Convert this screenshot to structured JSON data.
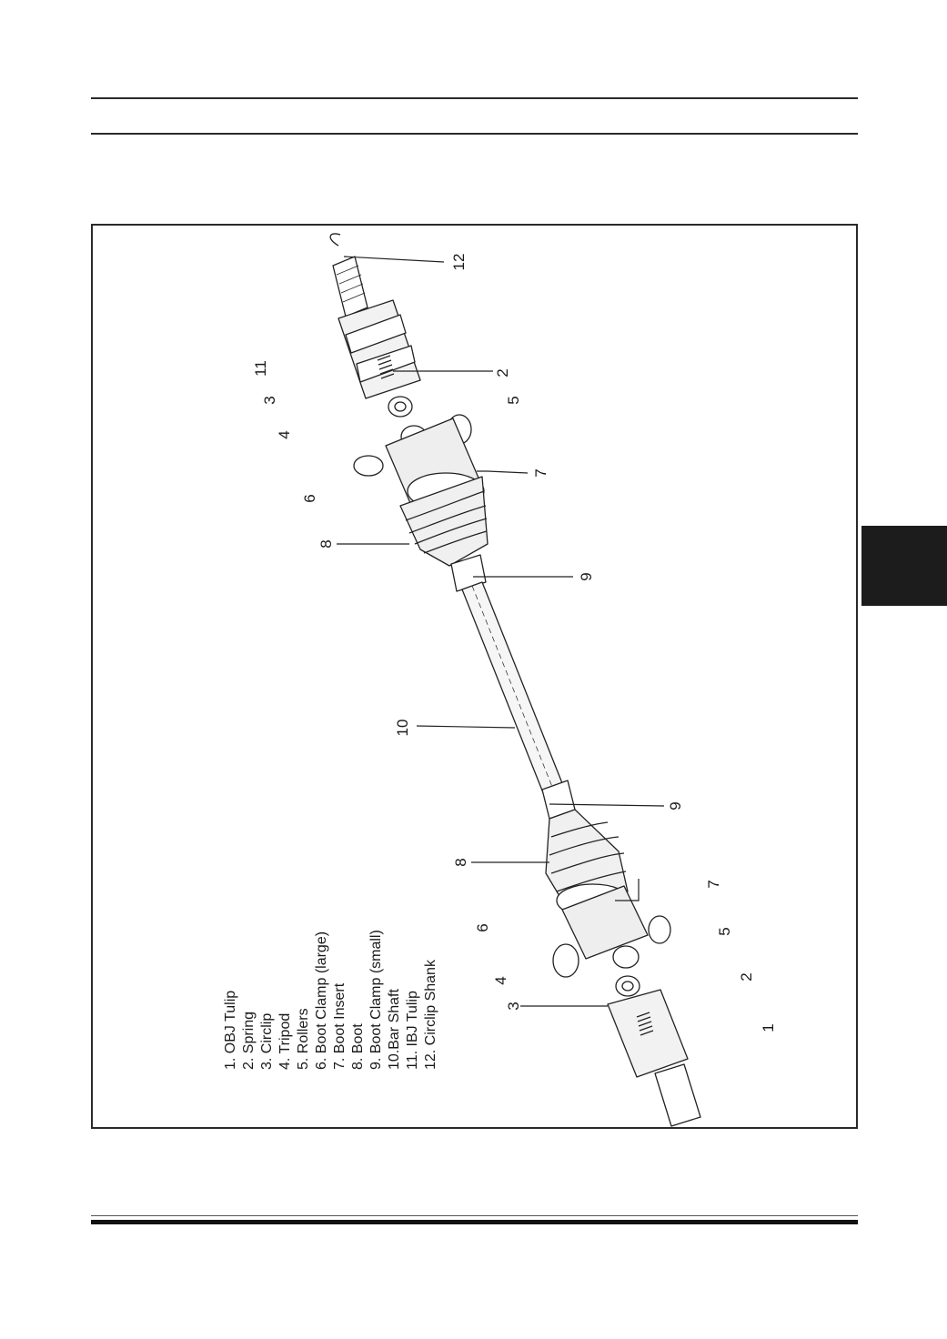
{
  "legend": [
    "1. OBJ Tulip",
    "2. Spring",
    "3. Circlip",
    "4. Tripod",
    "5. Rollers",
    "6. Boot Clamp (large)",
    "7. Boot Insert",
    "8. Boot",
    "9. Boot Clamp (small)",
    "10.Bar Shaft",
    "11. IBJ Tulip",
    "12. Circlip Shank"
  ],
  "callouts": {
    "n12": "12",
    "n11": "11",
    "n2a": "2",
    "n3a": "3",
    "n5a": "5",
    "n4a": "4",
    "n7a": "7",
    "n6a": "6",
    "n8a": "8",
    "n9a": "9",
    "n10": "10",
    "n9b": "9",
    "n8b": "8",
    "n7b": "7",
    "n6b": "6",
    "n5b": "5",
    "n4b": "4",
    "n2b": "2",
    "n3b": "3",
    "n1": "1"
  }
}
